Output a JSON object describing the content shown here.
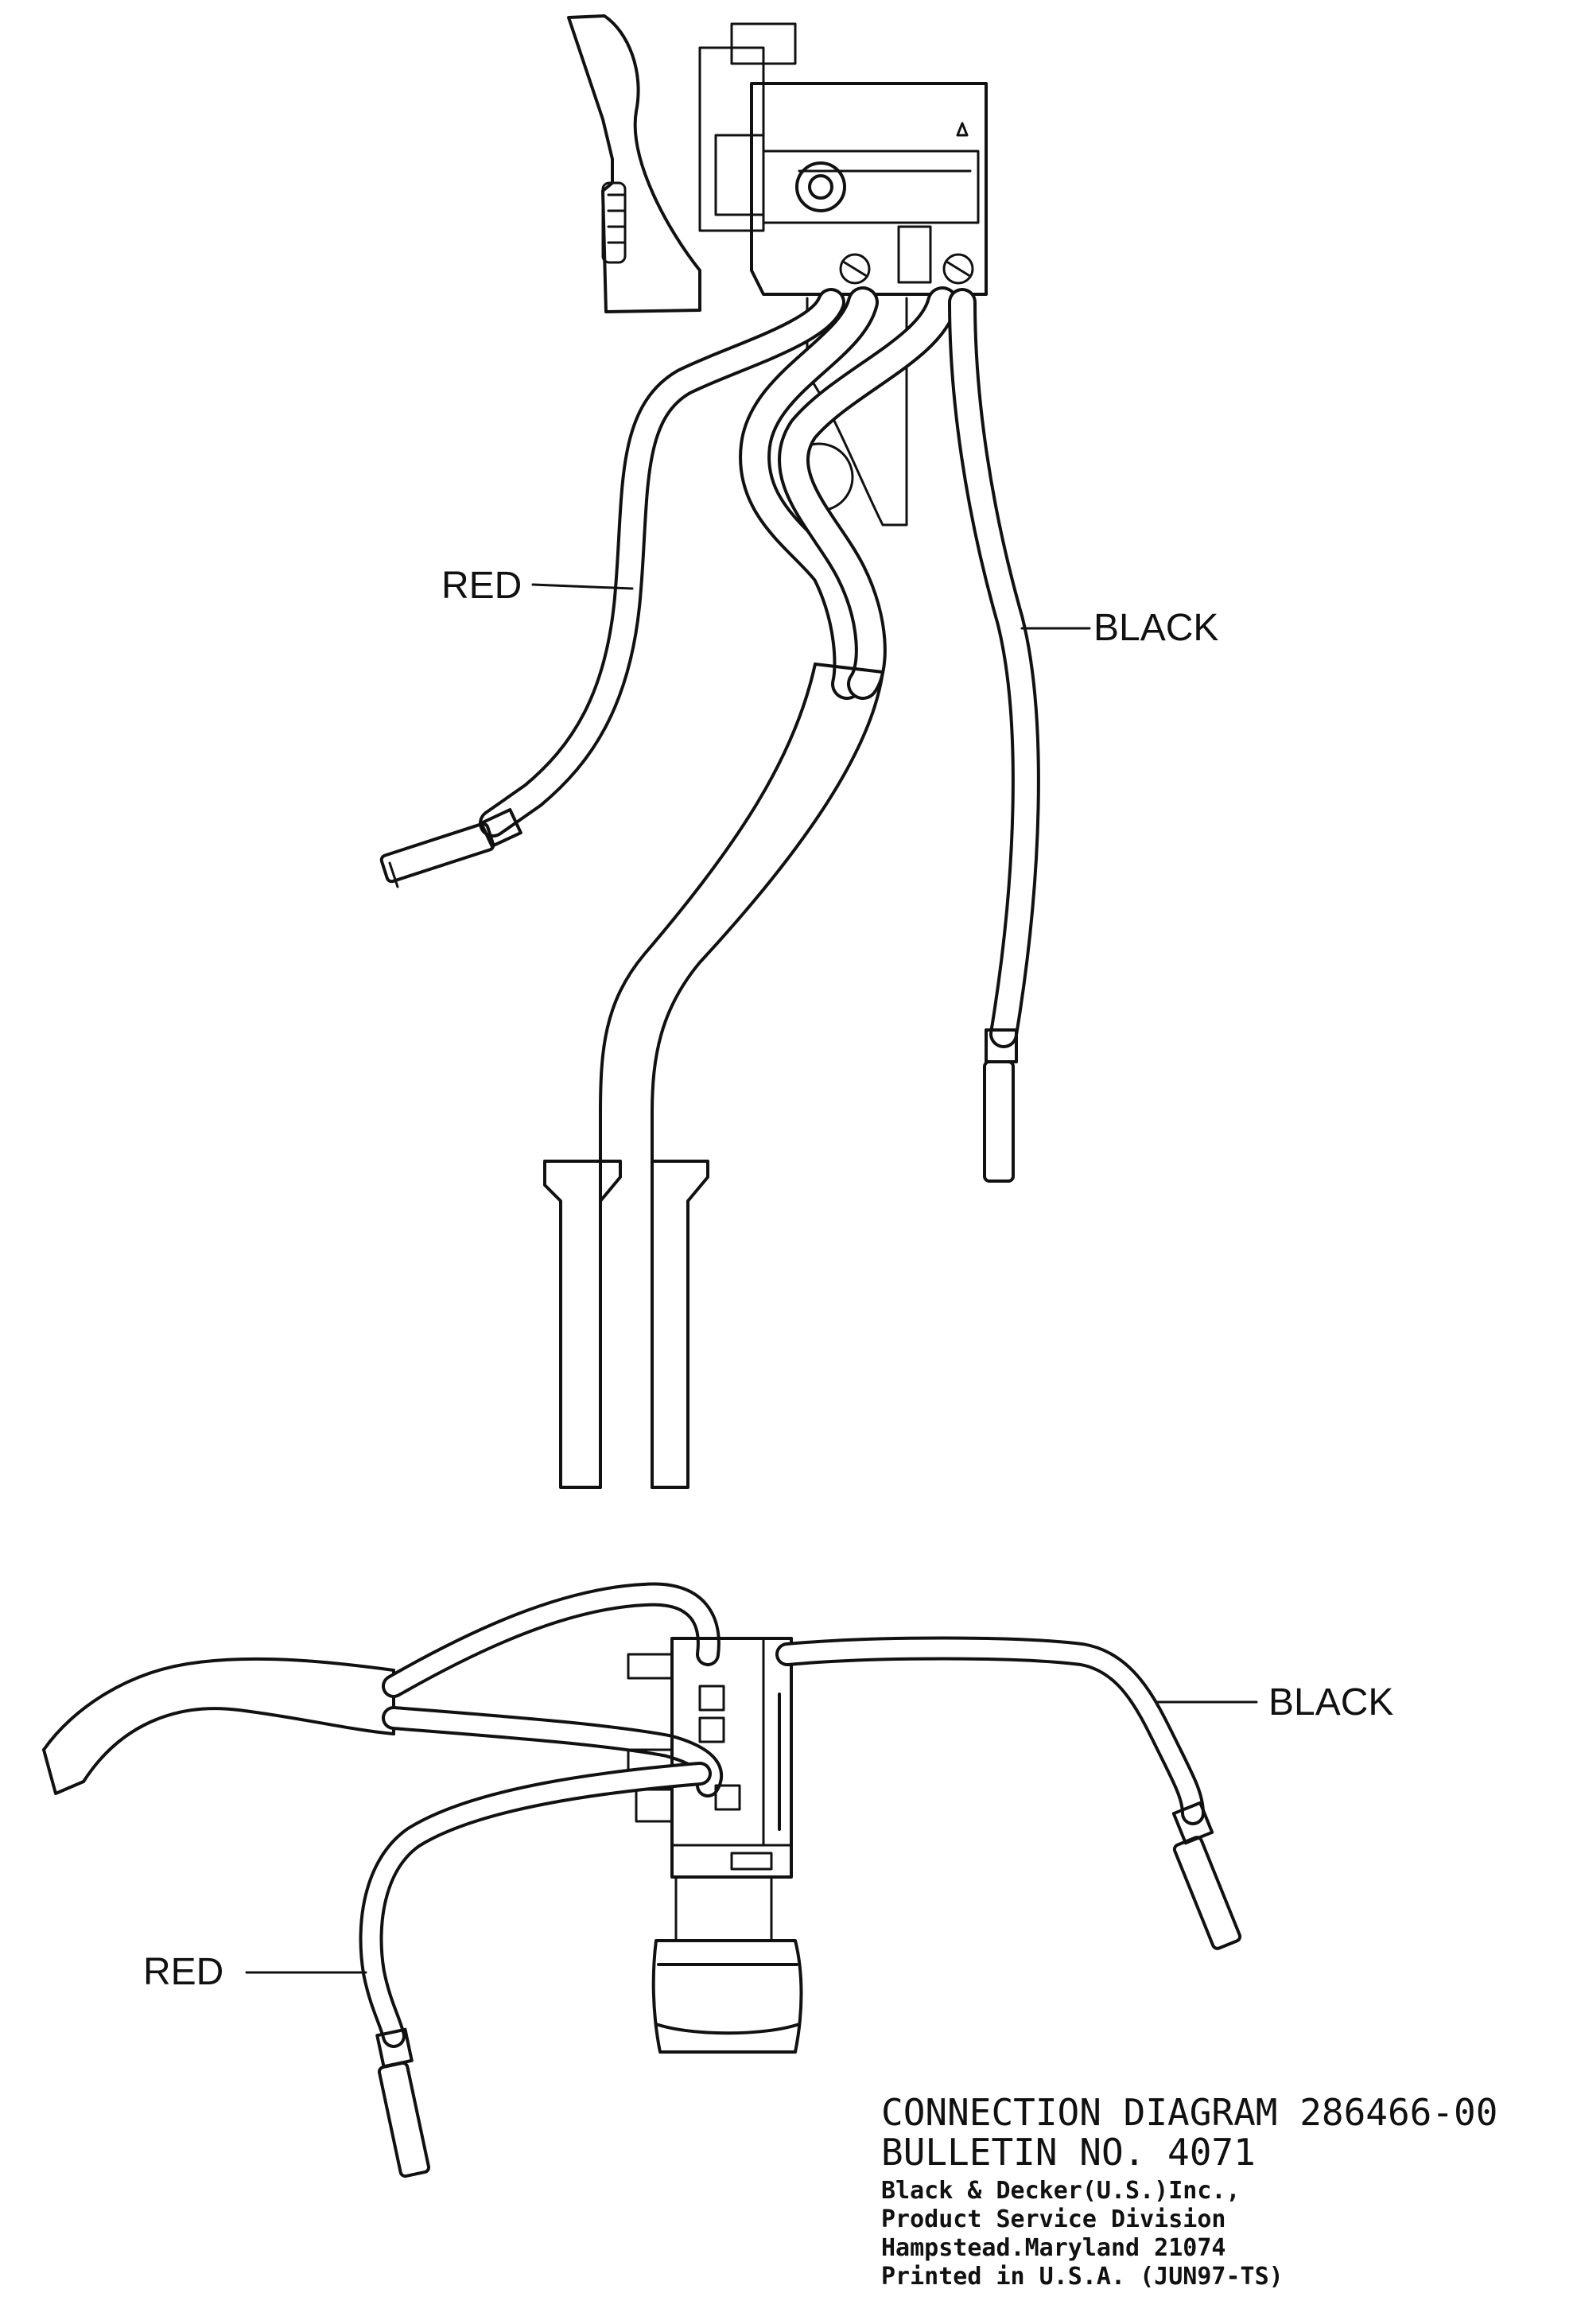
{
  "top_view": {
    "labels": {
      "red": "RED",
      "black": "BLACK"
    }
  },
  "bottom_view": {
    "labels": {
      "red": "RED",
      "black": "BLACK"
    }
  },
  "title_block": {
    "title": "CONNECTION DIAGRAM 286466-00",
    "bulletin": "BULLETIN NO. 4071",
    "company": "Black & Decker(U.S.)Inc.,",
    "division": "Product Service Division",
    "address": "Hampstead.Maryland 21074",
    "printed": "Printed in U.S.A.  (JUN97-TS)"
  },
  "colors": {
    "ink": "#111111",
    "paper": "#ffffff"
  }
}
